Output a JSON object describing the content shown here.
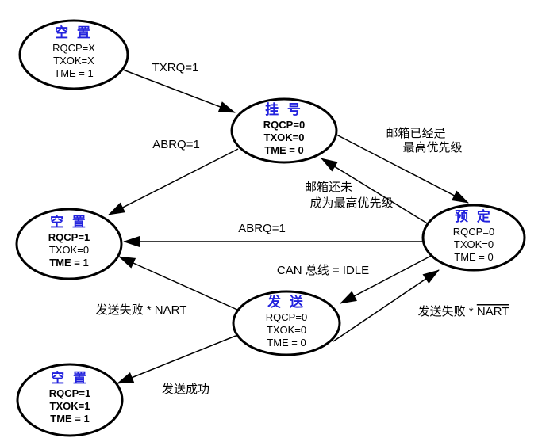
{
  "colors": {
    "state_name": "#2222dd",
    "line": "#000000",
    "background": "#ffffff"
  },
  "states": {
    "empty_top": {
      "name": "空 置",
      "lines": [
        "RQCP=X",
        "TXOK=X",
        "TME = 1"
      ]
    },
    "pending": {
      "name": "挂 号",
      "lines": [
        "RQCP=0",
        "TXOK=0",
        "TME = 0"
      ]
    },
    "scheduled": {
      "name": "预 定",
      "lines": [
        "RQCP=0",
        "TXOK=0",
        "TME = 0"
      ]
    },
    "empty_mid": {
      "name": "空 置",
      "lines": [
        "RQCP=1",
        "TXOK=0",
        "TME = 1"
      ]
    },
    "transmit": {
      "name": "发 送",
      "lines": [
        "RQCP=0",
        "TXOK=0",
        "TME = 0"
      ]
    },
    "empty_bottom": {
      "name": "空 置",
      "lines": [
        "RQCP=1",
        "TXOK=1",
        "TME = 1"
      ]
    }
  },
  "transitions": {
    "txrq": "TXRQ=1",
    "abrq_pending": "ABRQ=1",
    "abrq_scheduled": "ABRQ=1",
    "highest_priority": [
      "邮箱已经是",
      "最高优先级"
    ],
    "not_highest_priority": [
      "邮箱还未",
      "成为最高优先级"
    ],
    "can_idle": "CAN 总线 = IDLE",
    "fail_nart": "发送失败 * NART",
    "fail_not_nart": {
      "prefix": "发送失败 * ",
      "nart": "NART"
    },
    "success": "发送成功"
  }
}
